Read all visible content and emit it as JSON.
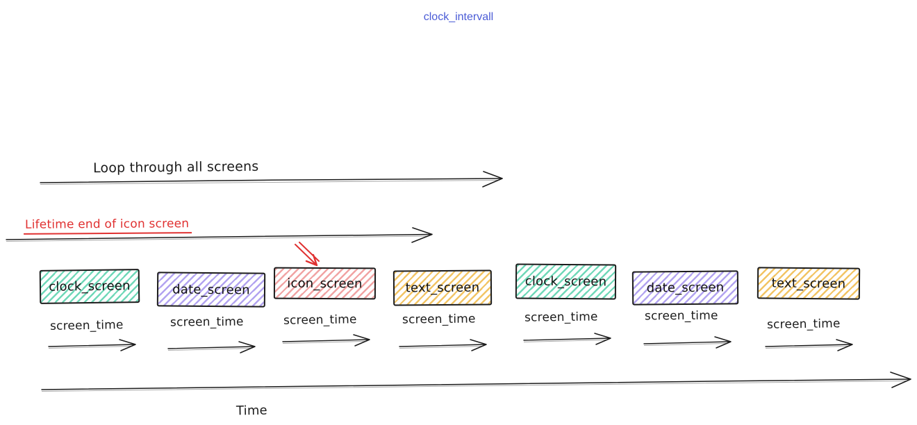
{
  "page": {
    "title": "clock_intervall"
  },
  "annotations": {
    "loop_label": "Loop through all screens",
    "lifetime_label": "Lifetime end of icon screen",
    "time_label": "Time",
    "screen_time_label": "screen_time"
  },
  "screens": [
    {
      "label": "clock_screen",
      "fill": "#6fd8b8"
    },
    {
      "label": "date_screen",
      "fill": "#b2a3f0"
    },
    {
      "label": "icon_screen",
      "fill": "#f1a3a3"
    },
    {
      "label": "text_screen",
      "fill": "#f2c464"
    },
    {
      "label": "clock_screen",
      "fill": "#6fd8b8"
    },
    {
      "label": "date_screen",
      "fill": "#b2a3f0"
    },
    {
      "label": "text_screen",
      "fill": "#f2c464"
    }
  ],
  "colors": {
    "title_blue": "#4a5bd6",
    "ink": "#1b1b1b",
    "highlight_red": "#e03131",
    "green_fill": "#6fd8b8",
    "purple_fill": "#b2a3f0",
    "red_fill": "#f1a3a3",
    "yellow_fill": "#f2c464"
  }
}
